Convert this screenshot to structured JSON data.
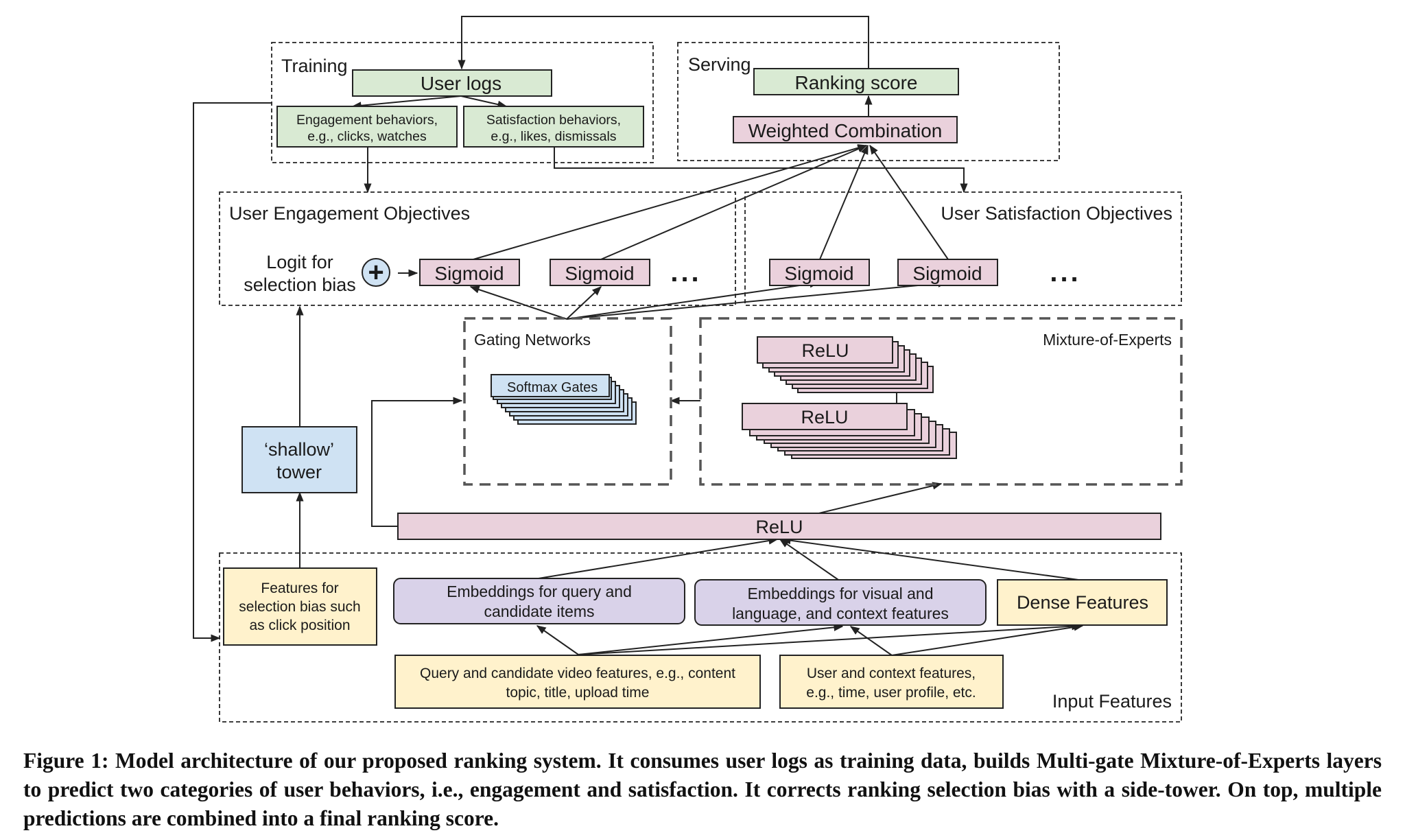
{
  "diagram": {
    "training": {
      "title": "Training",
      "user_logs": "User logs",
      "engagement_behaviors": [
        "Engagement behaviors,",
        "e.g., clicks, watches"
      ],
      "satisfaction_behaviors": [
        "Satisfaction behaviors,",
        "e.g., likes, dismissals"
      ]
    },
    "serving": {
      "title": "Serving",
      "ranking_score": "Ranking score",
      "weighted_combination": "Weighted Combination"
    },
    "engagement_objectives": {
      "title": "User Engagement Objectives",
      "logit_label": [
        "Logit for",
        "selection bias"
      ],
      "plus_symbol": "+",
      "sigmoids": [
        "Sigmoid",
        "Sigmoid"
      ],
      "ellipsis": "..."
    },
    "satisfaction_objectives": {
      "title": "User Satisfaction Objectives",
      "sigmoids": [
        "Sigmoid",
        "Sigmoid"
      ],
      "ellipsis": "..."
    },
    "gating_networks": {
      "title": "Gating Networks",
      "softmax_gates": "Softmax Gates"
    },
    "mixture_of_experts": {
      "title": "Mixture-of-Experts",
      "upper_layer": "ReLU",
      "lower_layer": "ReLU"
    },
    "shared_layer": "ReLU",
    "shallow_tower": [
      "‘shallow’",
      "tower"
    ],
    "input_features": {
      "title": "Input Features",
      "selection_bias_features": [
        "Features for",
        "selection bias such",
        "as click position"
      ],
      "query_candidate_embeddings": [
        "Embeddings for query and",
        "candidate items"
      ],
      "visual_language_embeddings": [
        "Embeddings for visual and",
        "language, and context features"
      ],
      "dense_features": "Dense Features",
      "query_candidate_video_features": [
        "Query and candidate video features, e.g., content",
        "topic, title, upload time"
      ],
      "user_context_features": [
        "User and context features,",
        "e.g., time, user profile, etc."
      ]
    },
    "colors": {
      "training_green": "#d9ead3",
      "layer_pink": "#ead1dc",
      "gate_blue": "#cfe2f3",
      "embedding_lavender": "#d9d2e9",
      "feature_yellow": "#fff2cc"
    }
  },
  "caption": "Figure 1: Model architecture of our proposed ranking system. It consumes user logs as training data, builds Multi-gate Mixture-of-Experts layers to predict two categories of user behaviors, i.e., engagement and satisfaction. It corrects ranking selection bias with a side-tower. On top, multiple predictions are combined into a final ranking score."
}
